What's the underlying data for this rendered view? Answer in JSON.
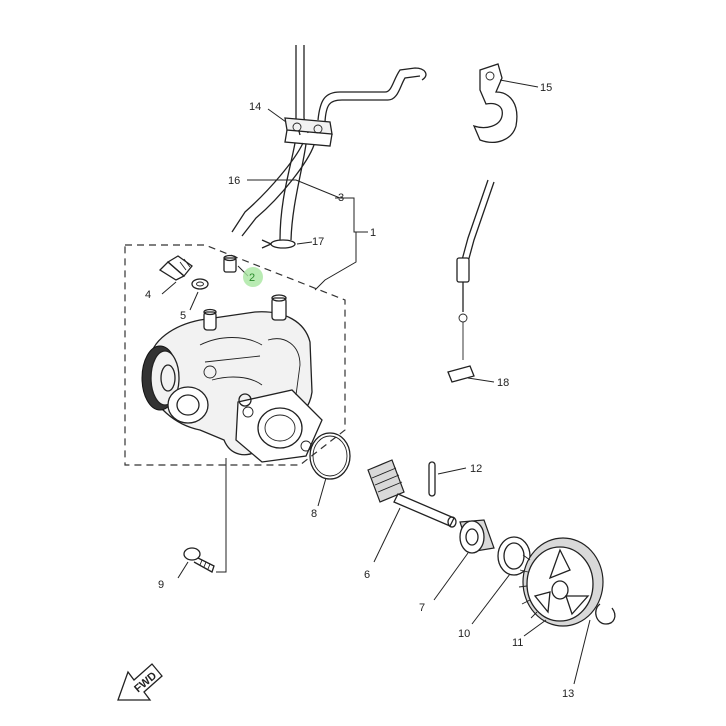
{
  "callouts": {
    "c1": "1",
    "c2": "2",
    "c3": "3",
    "c4": "4",
    "c5": "5",
    "c6": "6",
    "c7": "7",
    "c8": "8",
    "c9": "9",
    "c10": "10",
    "c11": "11",
    "c12": "12",
    "c13": "13",
    "c14": "14",
    "c15": "15",
    "c16": "16",
    "c17": "17",
    "c18": "18"
  },
  "fwd_marker": "FWD",
  "colors": {
    "line": "#222222",
    "highlight_marker": "#a8e6a0",
    "highlight_text": "#2a8a2a"
  },
  "highlighted_callout": "2"
}
